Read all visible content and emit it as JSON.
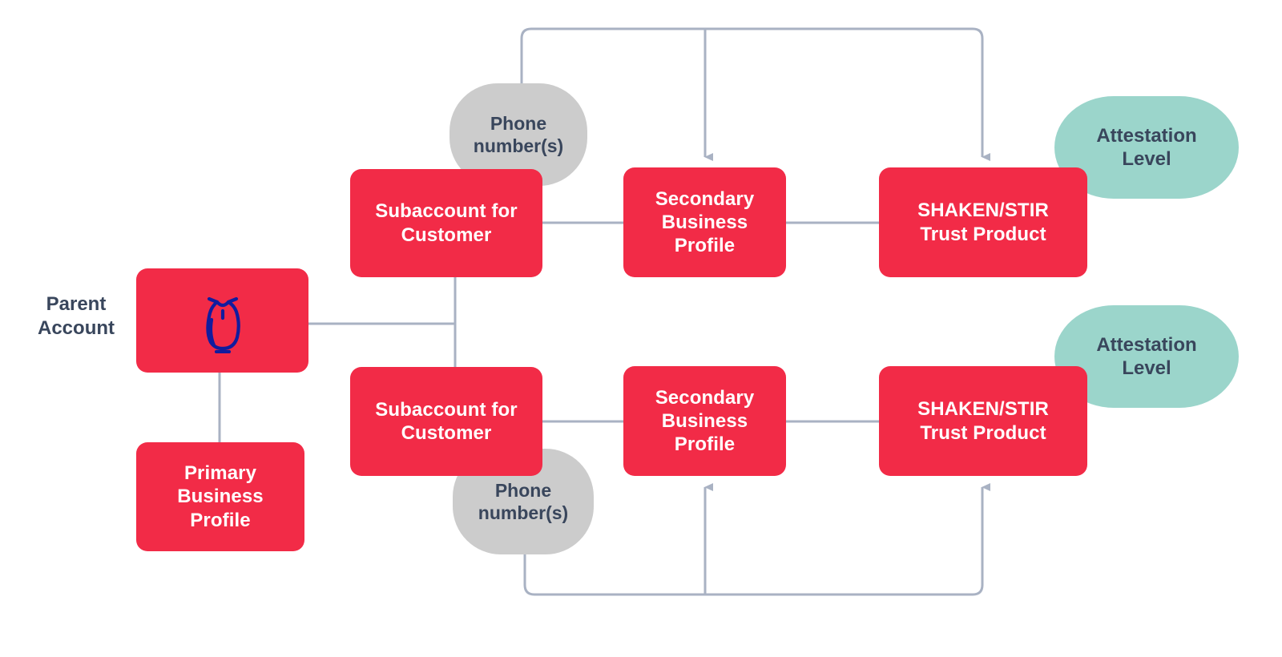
{
  "diagram": {
    "title": "Twilio parent account and subaccount SHAKEN/STIR trust hierarchy",
    "colors": {
      "red": "#F22B47",
      "teal": "#9BD5CB",
      "grey": "#CCCCCC",
      "navy": "#121C9E",
      "text_dark": "#39465C",
      "connector": "#A9B2C3",
      "background": "#FFFFFF"
    },
    "captions": [
      {
        "id": "parent-account",
        "text": "Parent\nAccount"
      }
    ],
    "nodes": [
      {
        "id": "parent-account-box",
        "kind": "red-box",
        "text": ""
      },
      {
        "id": "primary-business-profile",
        "kind": "red-box",
        "text": "Primary\nBusiness\nProfile"
      },
      {
        "id": "subaccount-top",
        "kind": "red-box",
        "text": "Subaccount for\nCustomer"
      },
      {
        "id": "subaccount-bottom",
        "kind": "red-box",
        "text": "Subaccount for\nCustomer"
      },
      {
        "id": "secondary-profile-top",
        "kind": "red-box",
        "text": "Secondary\nBusiness\nProfile"
      },
      {
        "id": "secondary-profile-bottom",
        "kind": "red-box",
        "text": "Secondary\nBusiness\nProfile"
      },
      {
        "id": "trust-product-top",
        "kind": "red-box",
        "text": "SHAKEN/STIR\nTrust Product"
      },
      {
        "id": "trust-product-bottom",
        "kind": "red-box",
        "text": "SHAKEN/STIR\nTrust Product"
      },
      {
        "id": "phone-numbers-top",
        "kind": "grey-blob",
        "text": "Phone\nnumber(s)"
      },
      {
        "id": "phone-numbers-bottom",
        "kind": "grey-blob",
        "text": "Phone\nnumber(s)"
      },
      {
        "id": "attestation-level-top",
        "kind": "teal-blob",
        "text": "Attestation\nLevel"
      },
      {
        "id": "attestation-level-bottom",
        "kind": "teal-blob",
        "text": "Attestation\nLevel"
      }
    ],
    "icons": [
      {
        "id": "twilio-owl-logo",
        "name": "owl-icon",
        "color": "#121C9E"
      }
    ],
    "edges": [
      {
        "from": "parent-account-box",
        "to": "primary-business-profile",
        "arrow": false
      },
      {
        "from": "parent-account-box",
        "to": "subaccount-top",
        "arrow": false
      },
      {
        "from": "parent-account-box",
        "to": "subaccount-bottom",
        "arrow": false
      },
      {
        "from": "subaccount-top",
        "to": "secondary-profile-top",
        "arrow": false
      },
      {
        "from": "secondary-profile-top",
        "to": "trust-product-top",
        "arrow": false
      },
      {
        "from": "subaccount-bottom",
        "to": "secondary-profile-bottom",
        "arrow": false
      },
      {
        "from": "secondary-profile-bottom",
        "to": "trust-product-bottom",
        "arrow": false
      },
      {
        "from": "phone-numbers-top",
        "to": "secondary-profile-top",
        "arrow": true
      },
      {
        "from": "phone-numbers-top",
        "to": "trust-product-top",
        "arrow": true
      },
      {
        "from": "phone-numbers-bottom",
        "to": "secondary-profile-bottom",
        "arrow": true
      },
      {
        "from": "phone-numbers-bottom",
        "to": "trust-product-bottom",
        "arrow": true
      }
    ]
  }
}
